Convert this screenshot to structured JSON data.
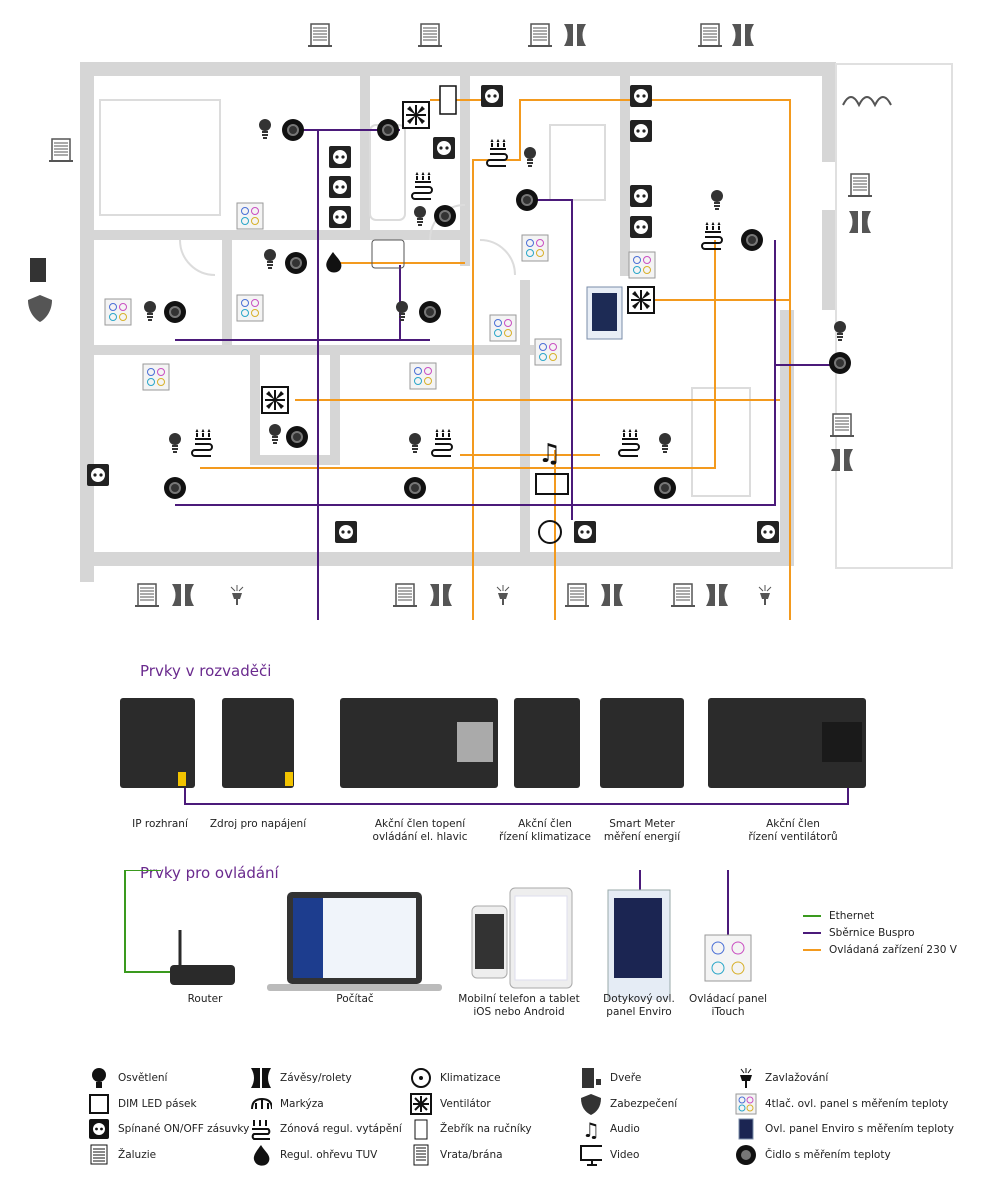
{
  "sections": {
    "cabinet": "Prvky v rozvaděči",
    "control": "Prvky pro ovládání"
  },
  "cabinet_devices": [
    {
      "label": "IP rozhraní"
    },
    {
      "label": "Zdroj pro napájení"
    },
    {
      "label": "Akční člen topení\novládání el. hlavic"
    },
    {
      "label": "Akční člen\nřízení klimatizace"
    },
    {
      "label": "Smart Meter\nměření energií"
    },
    {
      "label": "Akční člen\nřízení ventilátorů"
    }
  ],
  "control_devices": [
    {
      "label": "Router"
    },
    {
      "label": "Počítač"
    },
    {
      "label": "Mobilní telefon a tablet\niOS nebo Android"
    },
    {
      "label": "Dotykový ovl.\npanel Enviro"
    },
    {
      "label": "Ovládací panel\niTouch"
    }
  ],
  "line_legend": [
    {
      "label": "Ethernet",
      "color": "#3a9a1e"
    },
    {
      "label": "Sběrnice Buspro",
      "color": "#4b1a7a"
    },
    {
      "label": "Ovládaná zařízení 230 V",
      "color": "#f39a1e"
    }
  ],
  "legend": [
    {
      "icon": "bulb-icon",
      "label": "Osvětlení"
    },
    {
      "icon": "led-strip-icon",
      "label": "DIM LED pásek"
    },
    {
      "icon": "socket-icon",
      "label": "Spínané ON/OFF zásuvky"
    },
    {
      "icon": "blinds-icon",
      "label": "Žaluzie"
    },
    {
      "icon": "curtain-icon",
      "label": "Závěsy/rolety"
    },
    {
      "icon": "awning-icon",
      "label": "Markýza"
    },
    {
      "icon": "floor-heating-icon",
      "label": "Zónová regul. vytápění"
    },
    {
      "icon": "flame-icon",
      "label": "Regul. ohřevu TUV"
    },
    {
      "icon": "ac-icon",
      "label": "Klimatizace"
    },
    {
      "icon": "fan-icon",
      "label": "Ventilátor"
    },
    {
      "icon": "towel-rail-icon",
      "label": "Žebřík na ručníky"
    },
    {
      "icon": "gate-icon",
      "label": "Vrata/brána"
    },
    {
      "icon": "door-icon",
      "label": "Dveře"
    },
    {
      "icon": "shield-icon",
      "label": "Zabezpečení"
    },
    {
      "icon": "music-icon",
      "label": "Audio"
    },
    {
      "icon": "monitor-icon",
      "label": "Video"
    },
    {
      "icon": "sprinkler-icon",
      "label": "Zavlažování"
    },
    {
      "icon": "panel4-icon",
      "label": "4tlač. ovl. panel s měřením teploty"
    },
    {
      "icon": "enviro-panel-icon",
      "label": "Ovl. panel Enviro s měřením teploty"
    },
    {
      "icon": "sensor-icon",
      "label": "Čidlo s měřením teploty"
    }
  ],
  "colors": {
    "orange": "#f39a1e",
    "purple": "#4b1a7a",
    "green": "#3a9a1e",
    "wall": "#d4d4d4"
  }
}
